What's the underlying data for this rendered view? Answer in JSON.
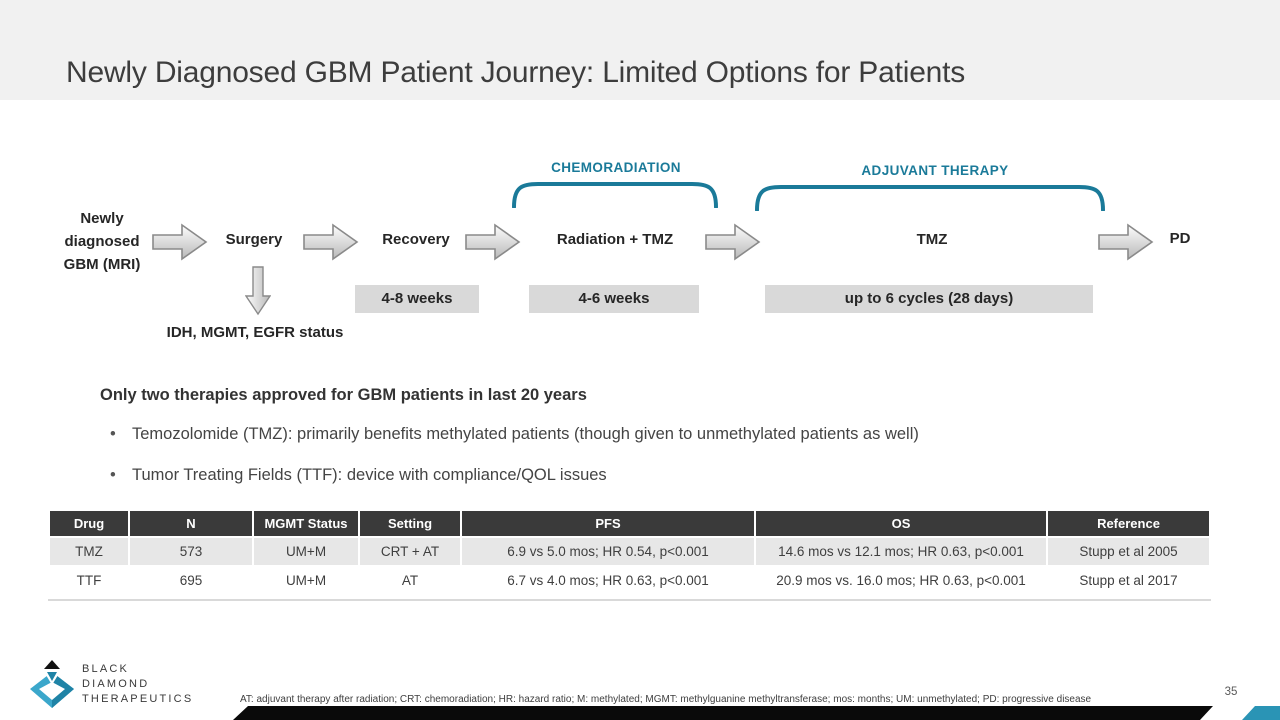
{
  "slide": {
    "title": "Newly Diagnosed GBM Patient Journey: Limited Options for Patients",
    "page_number": "35"
  },
  "colors": {
    "accent_teal": "#1a7a99",
    "footer_accent_teal": "#2a94b5",
    "footer_bar_black": "#0a0a0a",
    "duration_box_gray": "#d9d9d9",
    "table_header_bg": "#3a3a3a",
    "table_alt_row_bg": "#e7e7e7",
    "header_band_gray": "#f1f1f1"
  },
  "journey": {
    "phases": [
      {
        "label": "CHEMORADIATION"
      },
      {
        "label": "ADJUVANT THERAPY"
      }
    ],
    "nodes": [
      {
        "label": "Newly diagnosed GBM (MRI)"
      },
      {
        "label": "Surgery"
      },
      {
        "label": "Recovery"
      },
      {
        "label": "Radiation + TMZ"
      },
      {
        "label": "TMZ"
      },
      {
        "label": "PD"
      }
    ],
    "surgery_branch": "IDH, MGMT, EGFR status",
    "durations": [
      "4-8 weeks",
      "4-6 weeks",
      "up to 6 cycles (28 days)"
    ]
  },
  "key_points": {
    "heading": "Only two therapies approved for GBM patients in last 20 years",
    "bullet_glyph": "•",
    "bullets": [
      "Temozolomide (TMZ): primarily benefits methylated patients (though given to unmethylated patients as well)",
      "Tumor Treating Fields (TTF): device with compliance/QOL issues"
    ]
  },
  "table": {
    "headers": [
      "Drug",
      "N",
      "MGMT Status",
      "Setting",
      "PFS",
      "OS",
      "Reference"
    ],
    "rows": [
      {
        "cells": [
          "TMZ",
          "573",
          "UM+M",
          "CRT + AT",
          "6.9 vs 5.0 mos; HR 0.54, p<0.001",
          "14.6 mos vs 12.1 mos; HR 0.63, p<0.001",
          "Stupp et al 2005"
        ]
      },
      {
        "cells": [
          "TTF",
          "695",
          "UM+M",
          "AT",
          "6.7 vs 4.0 mos; HR 0.63, p<0.001",
          "20.9 mos vs. 16.0 mos; HR 0.63, p<0.001",
          "Stupp et al 2017"
        ]
      }
    ]
  },
  "footer": {
    "logo_lines": [
      "BLACK",
      "DIAMOND",
      "THERAPEUTICS"
    ],
    "footnote": "AT: adjuvant therapy after radiation; CRT: chemoradiation; HR: hazard ratio; M: methylated; MGMT: methylguanine methyltransferase; mos: months; UM: unmethylated; PD: progressive disease"
  }
}
